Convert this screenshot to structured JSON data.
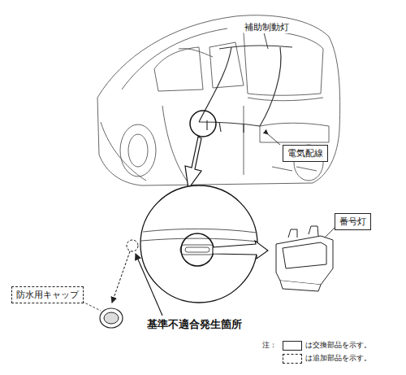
{
  "diagram": {
    "nodes": [
      {
        "text": [
          "電気配線"
        ]
      },
      {
        "text": [
          "番号灯"
        ]
      },
      {
        "text": [
          "防水用キャップ"
        ]
      }
    ],
    "labels": [
      "補助制動灯",
      "基準不適合発生箇所",
      "注："
    ],
    "legend": [
      {
        "text": "は交換部品を示す。"
      },
      {
        "text": "は追加部品を示す。"
      }
    ]
  }
}
